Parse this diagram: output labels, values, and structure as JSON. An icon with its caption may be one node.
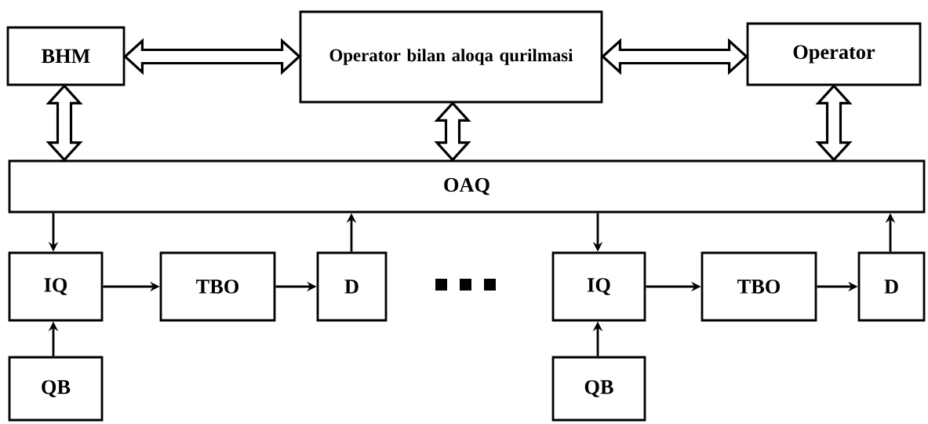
{
  "diagram": {
    "nodes": [
      {
        "text": [
          "BHM"
        ]
      },
      {
        "text": [
          "Operator bilan aloqa qurilmasi"
        ]
      },
      {
        "text": [
          "Operator"
        ]
      },
      {
        "text": [
          "OAQ"
        ]
      },
      {
        "text": [
          "IQ"
        ]
      },
      {
        "text": [
          "TBO"
        ]
      },
      {
        "text": [
          "D"
        ]
      },
      {
        "text": [
          "IQ"
        ]
      },
      {
        "text": [
          "TBO"
        ]
      },
      {
        "text": [
          "D"
        ]
      },
      {
        "text": [
          "QB"
        ]
      },
      {
        "text": [
          "QB"
        ]
      }
    ],
    "edges": [
      {
        "from": 0,
        "to": 1,
        "arrow": "both",
        "style": "thick"
      },
      {
        "from": 1,
        "to": 2,
        "arrow": "both",
        "style": "thick"
      },
      {
        "from": 0,
        "to": 3,
        "arrow": "both",
        "style": "thick"
      },
      {
        "from": 1,
        "to": 3,
        "arrow": "both",
        "style": "thick"
      },
      {
        "from": 2,
        "to": 3,
        "arrow": "both",
        "style": "thick"
      },
      {
        "from": 3,
        "to": 4,
        "arrow": "to"
      },
      {
        "from": 4,
        "to": 5,
        "arrow": "to"
      },
      {
        "from": 5,
        "to": 6,
        "arrow": "to"
      },
      {
        "from": 6,
        "to": 3,
        "arrow": "to"
      },
      {
        "from": 3,
        "to": 7,
        "arrow": "to"
      },
      {
        "from": 7,
        "to": 8,
        "arrow": "to"
      },
      {
        "from": 8,
        "to": 9,
        "arrow": "to"
      },
      {
        "from": 9,
        "to": 3,
        "arrow": "to"
      },
      {
        "from": 10,
        "to": 4,
        "arrow": "to"
      },
      {
        "from": 11,
        "to": 7,
        "arrow": "to"
      }
    ]
  }
}
